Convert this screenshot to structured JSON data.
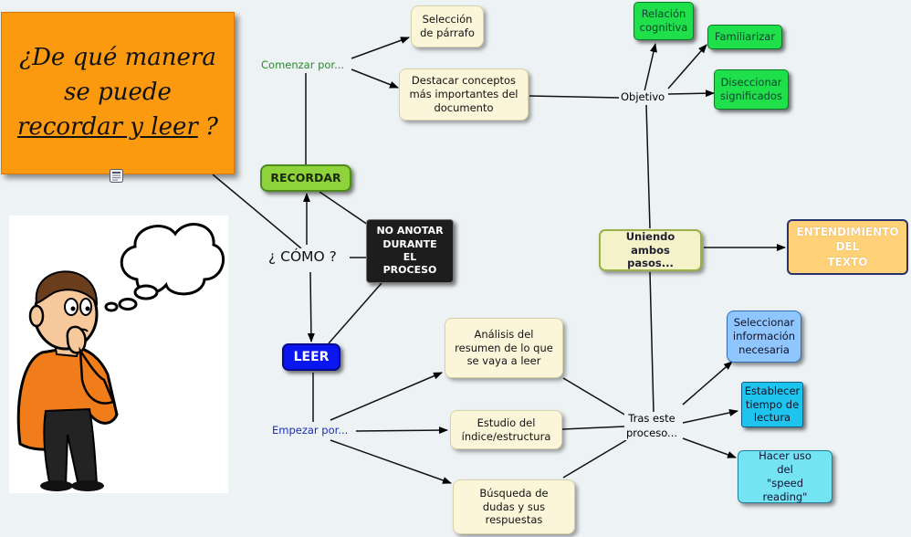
{
  "title": {
    "line1": "¿De qué manera",
    "line2": "se puede",
    "line3_u": "recordar y leer",
    "line3_q": "?"
  },
  "nodes": {
    "recordar": "RECORDAR",
    "no_anotar": "NO ANOTAR\nDURANTE\nEL\nPROCESO",
    "leer": "LEER",
    "seleccion": "Selección\nde párrafo",
    "destacar": "Destacar conceptos\nmás importantes del\ndocumento",
    "relacion": "Relación\ncognitiva",
    "familiarizar": "Familiarizar",
    "diseccionar": "Diseccionar\nsignificados",
    "uniendo": "Uniendo\nambos pasos...",
    "entendimiento": "ENTENDIMIENTO\nDEL\nTEXTO",
    "analisis": "Análisis del\nresumen de lo que\nse vaya a leer",
    "estudio": "Estudio del\níndice/estructura",
    "busqueda": "Búsqueda de\ndudas y sus\nrespuestas",
    "seleccionar": "Seleccionar\ninformación\nnecesaria",
    "establecer": "Establecer\ntiempo de\nlectura",
    "speed": "Hacer uso\ndel\n\"speed reading\""
  },
  "labels": {
    "comenzar": "Comenzar por...",
    "objetivo": "Objetivo",
    "como": "¿ CÓMO ?",
    "empezar": "Empezar por...",
    "tras": "Tras este\nproceso..."
  },
  "colors": {
    "title_bg": "#fb9a0e",
    "recordar_bg": "#8ed33c",
    "no_anotar_bg": "#1d1d1d",
    "leer_bg": "#0a16f0",
    "entendimiento_bg": "#ffd27a",
    "entendimiento_border": "#28306e",
    "comenzar_text": "#2a8a2a",
    "empezar_text": "#1a2fb0"
  },
  "icons": [
    "note-icon",
    "thinking-man-illustration",
    "thought-bubble-icon"
  ]
}
